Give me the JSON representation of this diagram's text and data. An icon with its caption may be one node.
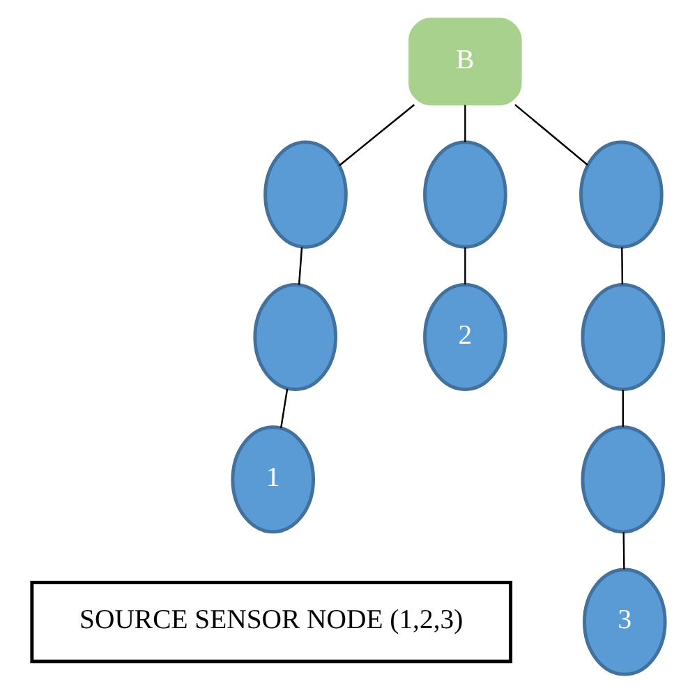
{
  "diagram": {
    "nodes": [
      {
        "text": [
          "B"
        ]
      },
      {
        "text": [],
        "shape": "ellipse"
      },
      {
        "text": [],
        "shape": "ellipse"
      },
      {
        "text": [
          "1"
        ]
      },
      {
        "text": [],
        "shape": "ellipse"
      },
      {
        "text": [
          "2"
        ]
      },
      {
        "text": [],
        "shape": "ellipse"
      },
      {
        "text": [],
        "shape": "ellipse"
      },
      {
        "text": [],
        "shape": "ellipse"
      },
      {
        "text": [
          "3"
        ]
      },
      {
        "text": [
          "SOURCE SENSOR NODE (1,2,3)"
        ]
      }
    ],
    "edges": [
      {
        "from": 0,
        "to": 1,
        "arrow": "none"
      },
      {
        "from": 1,
        "to": 2,
        "arrow": "none"
      },
      {
        "from": 2,
        "to": 3,
        "arrow": "none"
      },
      {
        "from": 0,
        "to": 4,
        "arrow": "none"
      },
      {
        "from": 4,
        "to": 5,
        "arrow": "none"
      },
      {
        "from": 0,
        "to": 6,
        "arrow": "none"
      },
      {
        "from": 6,
        "to": 7,
        "arrow": "none"
      },
      {
        "from": 7,
        "to": 8,
        "arrow": "none"
      },
      {
        "from": 8,
        "to": 9,
        "arrow": "none"
      }
    ]
  }
}
